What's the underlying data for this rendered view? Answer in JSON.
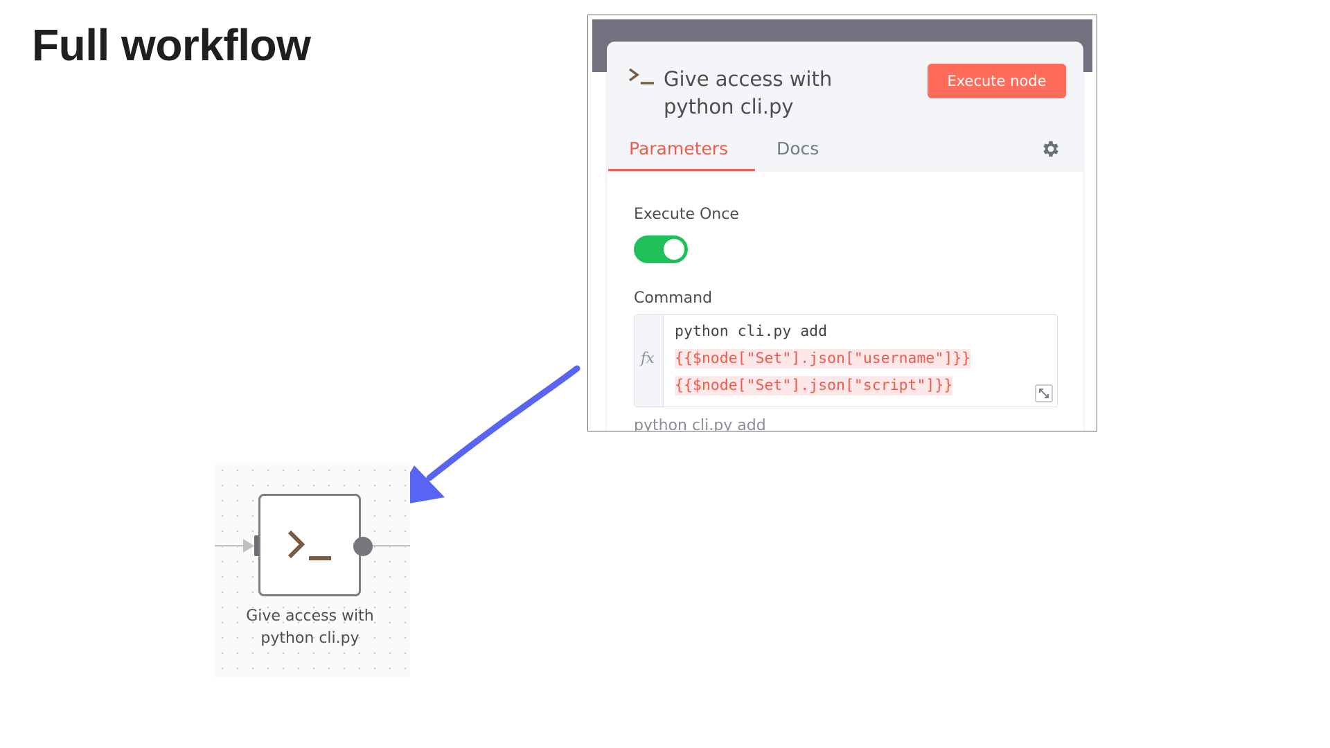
{
  "slide": {
    "title": "Full workflow"
  },
  "panel": {
    "node_icon": "terminal-icon",
    "title_line1": "Give access with",
    "title_line2": "python cli.py",
    "execute_button_label": "Execute node",
    "tabs": [
      {
        "label": "Parameters",
        "active": true
      },
      {
        "label": "Docs",
        "active": false
      }
    ],
    "settings_icon": "gear-icon",
    "execute_once": {
      "label": "Execute Once",
      "enabled": true
    },
    "command": {
      "label": "Command",
      "fx_label": "fx",
      "lines": [
        "python cli.py add",
        "{{$node[\"Set\"].json[\"username\"]}}",
        "{{$node[\"Set\"].json[\"script\"]}}"
      ],
      "expand_icon": "expand-icon",
      "preview": "python cli.py add"
    }
  },
  "canvas": {
    "node_icon": "terminal-icon",
    "node_label_line1": "Give access with",
    "node_label_line2": "python cli.py"
  },
  "colors": {
    "accent": "#ff6d5a",
    "tab_active": "#f05d4b",
    "toggle_on": "#1fbf5a",
    "expression_text": "#f25a4c",
    "expression_bg": "#fce8e8",
    "arrow": "#5865f2",
    "terminal_icon": "#7a5a40"
  }
}
